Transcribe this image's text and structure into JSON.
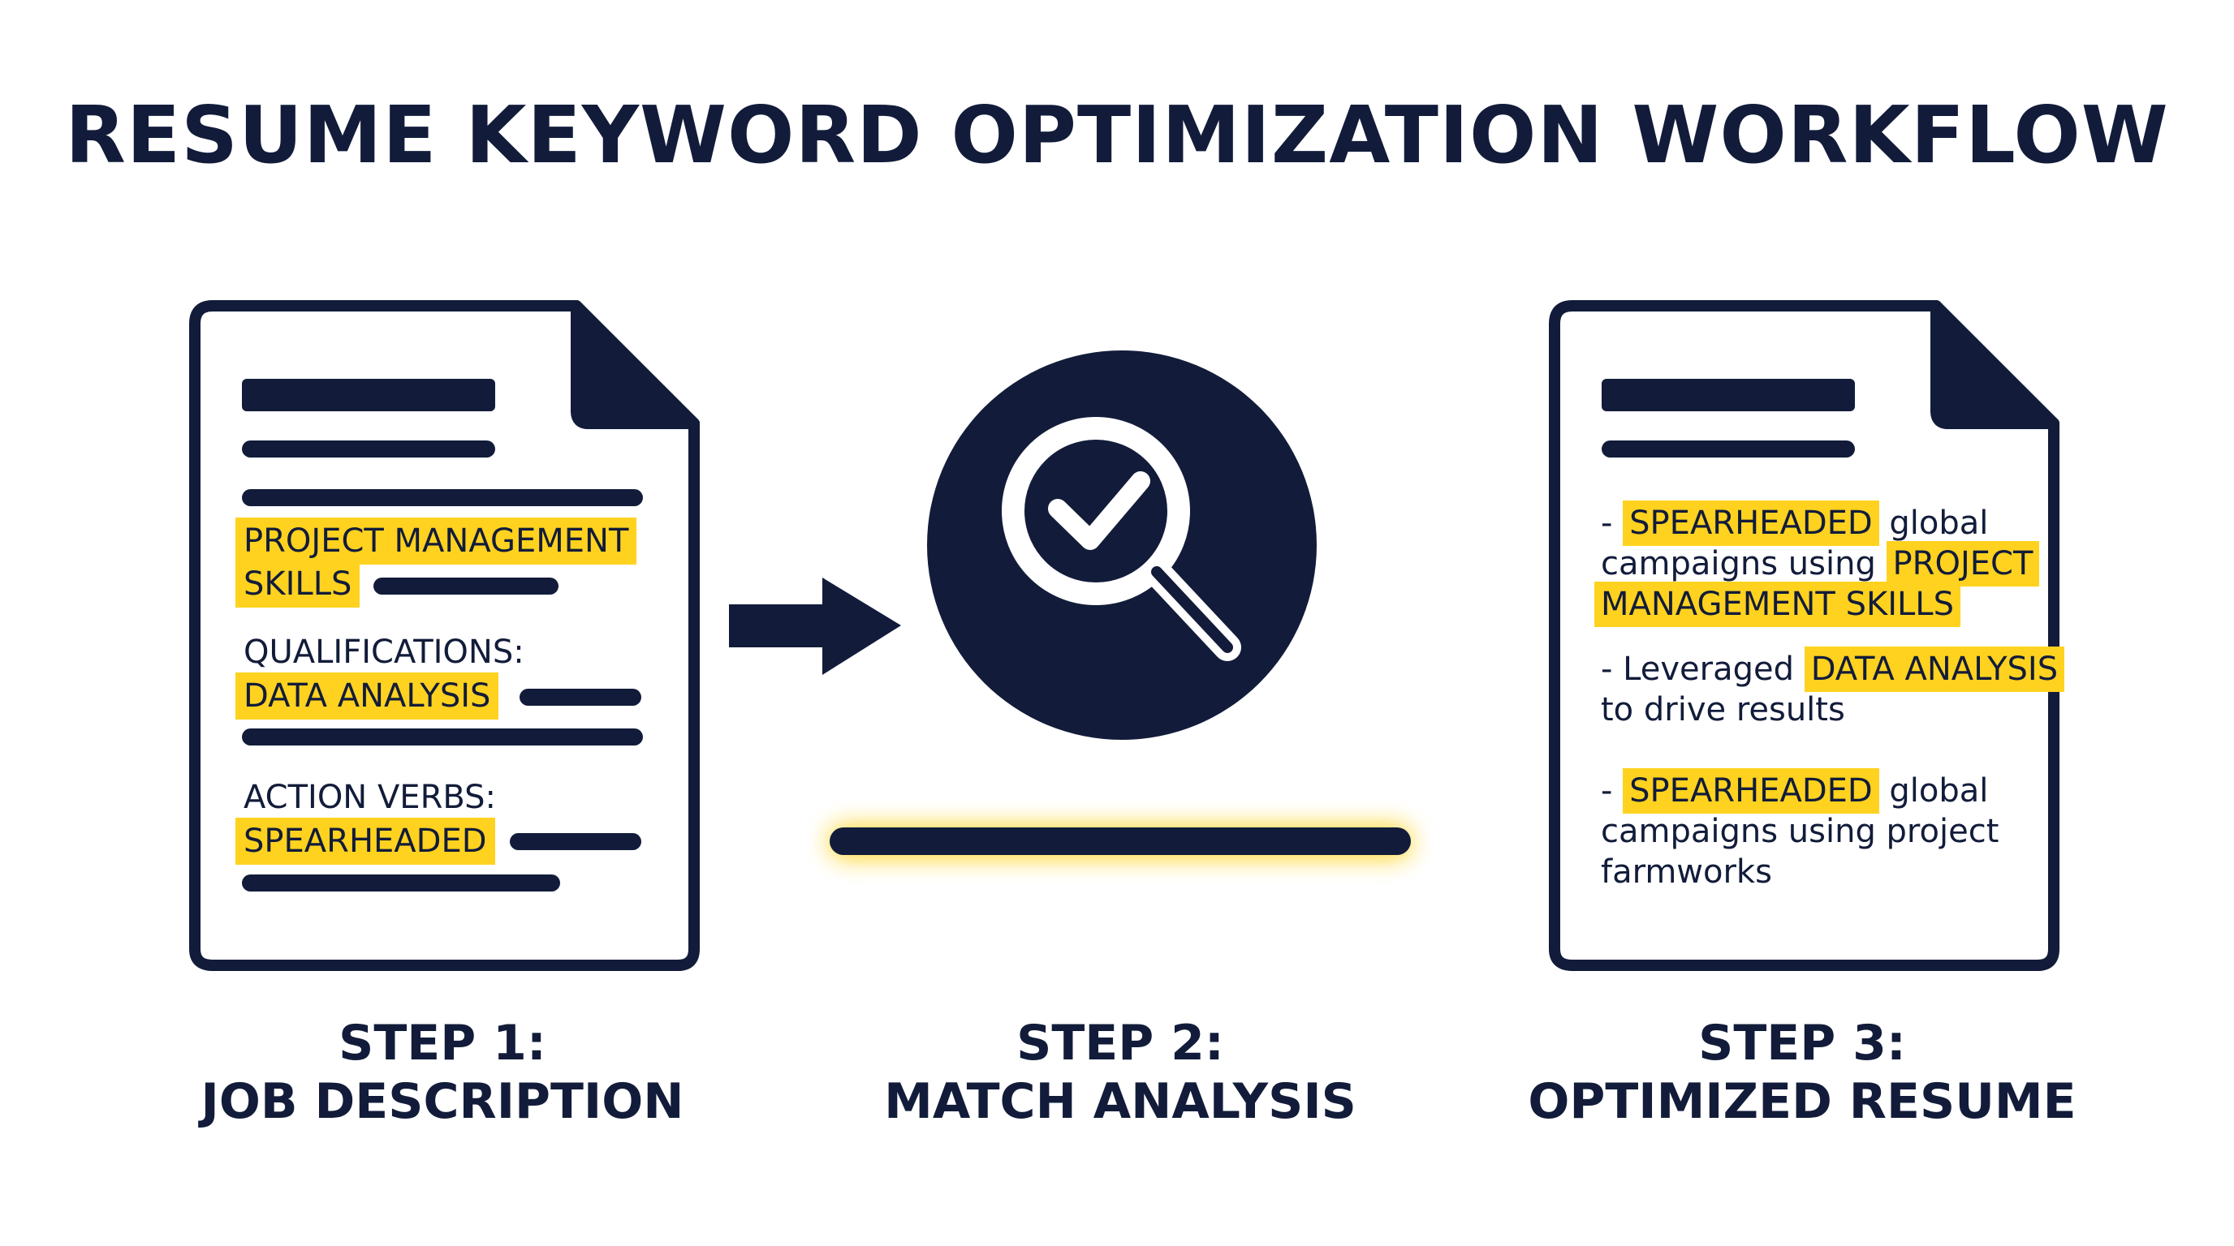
{
  "title": "RESUME KEYWORD OPTIMIZATION WORKFLOW",
  "colors": {
    "navy": "#121c3a",
    "highlight": "#ffd21f",
    "background": "#ffffff"
  },
  "job_description": {
    "keyword_1_line1": "PROJECT MANAGEMENT",
    "keyword_1_line2": "SKILLS",
    "qualifications_label": "QUALIFICATIONS:",
    "keyword_2": "DATA ANALYSIS",
    "action_verbs_label": "ACTION VERBS:",
    "keyword_3": "SPEARHEADED"
  },
  "match_icon": "magnifier-check-icon",
  "resume": {
    "b1_dash": "- ",
    "b1_kw": "SPEARHEADED",
    "b1_rest": " global",
    "b1_l2_text": "campaigns using ",
    "b1_l2_kw": "PROJECT",
    "b1_l3_kw": "MANAGEMENT SKILLS",
    "b2_text": "- Leveraged ",
    "b2_kw": "DATA ANALYSIS",
    "b2_l2": "to drive results",
    "b3_dash": "- ",
    "b3_kw": "SPEARHEADED",
    "b3_rest": " global",
    "b3_l2": "campaigns using project",
    "b3_l3": "farmworks"
  },
  "steps": [
    {
      "number": "STEP 1:",
      "name": "JOB DESCRIPTION"
    },
    {
      "number": "STEP 2:",
      "name": "MATCH ANALYSIS"
    },
    {
      "number": "STEP 3:",
      "name": "OPTIMIZED RESUME"
    }
  ]
}
